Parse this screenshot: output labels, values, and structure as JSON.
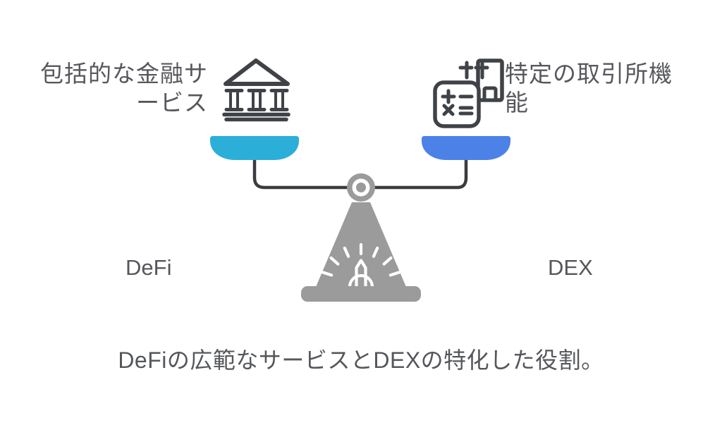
{
  "diagram": {
    "caption": "DeFiの広範なサービスとDEXの特化した役割。",
    "left_side": {
      "title_line1": "包括的な金融サ",
      "title_line2": "ービス",
      "label": "DeFi",
      "icon": "bank-icon",
      "pan_color": "#2BAFD9"
    },
    "right_side": {
      "title_line1": "特定の取引所機",
      "title_line2": "能",
      "label": "DEX",
      "icon": "calculator-document-icon",
      "pan_color": "#4C81E8"
    },
    "colors": {
      "text": "#57585C",
      "scale_gray": "#9B9B9B",
      "outline_dark": "#3F4246"
    }
  }
}
